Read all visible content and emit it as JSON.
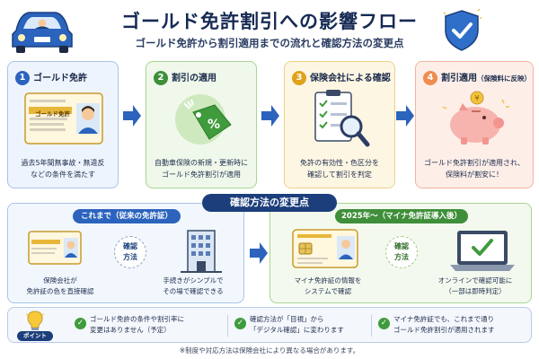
{
  "header": {
    "title": "ゴールド免許割引への影響フロー",
    "subtitle": "ゴールド免許から割引適用までの流れと確認方法の変更点"
  },
  "steps": [
    {
      "num": "1",
      "title": "ゴールド免許",
      "card_label": "ゴールド免許",
      "text_l1": "過去5年間無事故・無違反",
      "text_l2": "などの条件を満たす"
    },
    {
      "num": "2",
      "title": "割引の適用",
      "tag": "%",
      "text_l1": "自動車保険の新規・更新時に",
      "text_l2": "ゴールド免許割引が適用"
    },
    {
      "num": "3",
      "title": "保険会社による確認",
      "text_l1": "免許の有効性・色区分を",
      "text_l2": "確認して割引を判定"
    },
    {
      "num": "4",
      "title": "割引適用",
      "title_note": "（保険料に反映）",
      "text_l1": "ゴールド免許割引が適用され、",
      "text_l2": "保険料が割安に！"
    }
  ],
  "changes": {
    "header": "確認方法の変更点",
    "old": {
      "tag": "これまで（従来の免許証）",
      "bubble_l1": "確認",
      "bubble_l2": "方法",
      "left_l1": "保険会社が",
      "left_l2": "免許証の色を直接確認",
      "right_l1": "手続きがシンプルで",
      "right_l2": "その場で確認できる"
    },
    "new": {
      "tag": "2025年〜（マイナ免許証導入後）",
      "bubble_l1": "確認",
      "bubble_l2": "方法",
      "left_l1": "マイナ免許証の情報を",
      "left_l2": "システムで確認",
      "right_l1": "オンラインで確認可能に",
      "right_l2": "（一部は即時判定）"
    }
  },
  "point": {
    "label": "ポイント",
    "items": [
      {
        "l1": "ゴールド免許の条件や割引率に",
        "l2": "変更はありません（予定）"
      },
      {
        "l1": "確認方法が「目視」から",
        "l2": "「デジタル確認」に変わります"
      },
      {
        "l1": "マイナ免許証でも、これまで通り",
        "l2": "ゴールド免許割引が適用されます"
      }
    ],
    "check": "✓"
  },
  "note": "※制度や対応方法は保険会社により異なる場合があります。",
  "colors": {
    "navy": "#1c3e7b",
    "blue": "#2b63bd",
    "green": "#3f8f3a",
    "gold": "#e0a11b",
    "orange": "#ef8c4f"
  }
}
